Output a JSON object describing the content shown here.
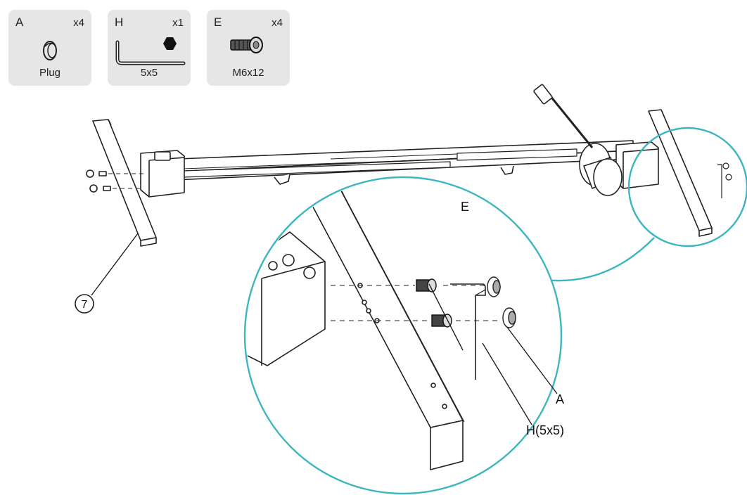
{
  "parts": [
    {
      "letter": "A",
      "qty": "x4",
      "name": "Plug",
      "icon": "plug-icon"
    },
    {
      "letter": "H",
      "qty": "x1",
      "name": "5x5",
      "icon": "allen-key-icon"
    },
    {
      "letter": "E",
      "qty": "x4",
      "name": "M6x12",
      "icon": "bolt-icon"
    }
  ],
  "callouts": {
    "leg_number": "7",
    "bolt": "E",
    "plug": "A",
    "key": "H(5x5)"
  },
  "colors": {
    "detail_circle": "#3fb6bf",
    "part_card": "#e6e6e6",
    "line": "#222222"
  }
}
